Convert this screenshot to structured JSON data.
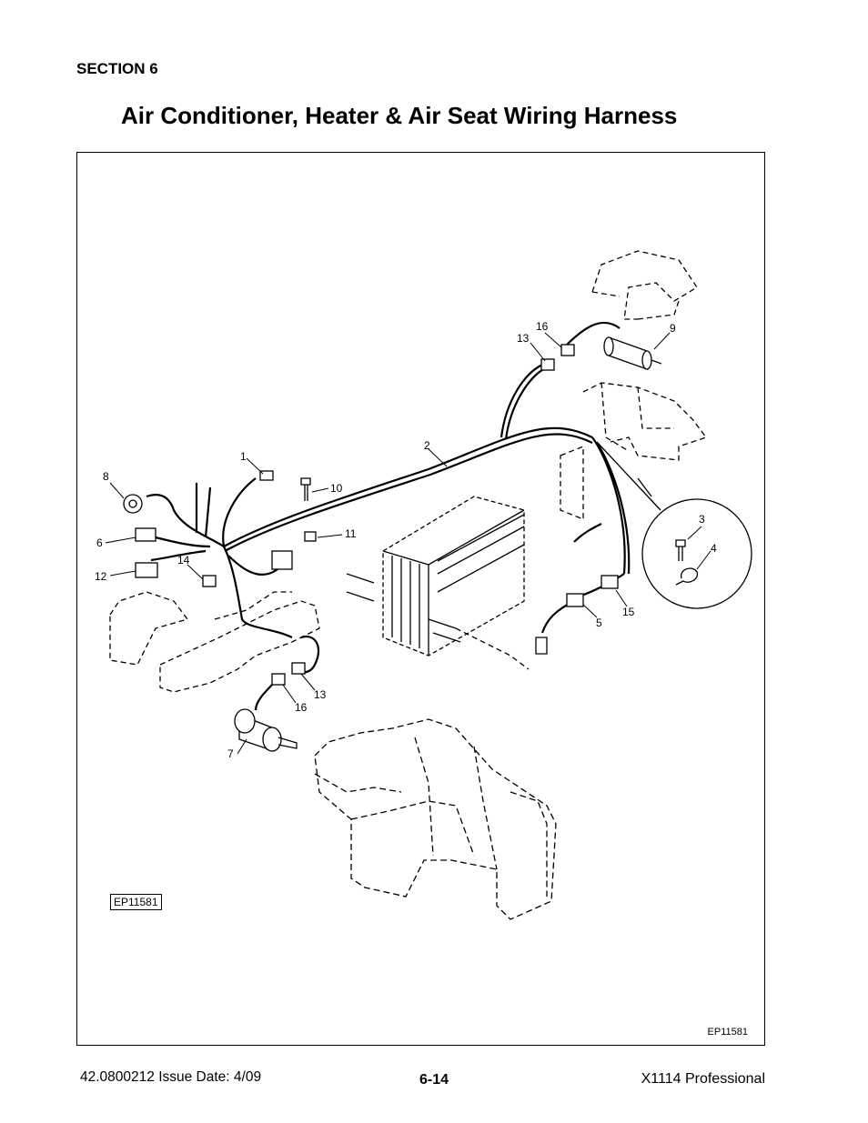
{
  "header": {
    "section": "SECTION 6",
    "title": "Air Conditioner, Heater & Air Seat Wiring Harness"
  },
  "figure": {
    "figure_id": "EP11581",
    "callouts": [
      "1",
      "2",
      "3",
      "4",
      "5",
      "6",
      "7",
      "8",
      "9",
      "10",
      "11",
      "12",
      "13",
      "13",
      "14",
      "15",
      "16",
      "16"
    ]
  },
  "footer": {
    "doc_issue": "42.0800212  Issue Date: 4/09",
    "page": "6-14",
    "product": "X1114 Professional"
  }
}
